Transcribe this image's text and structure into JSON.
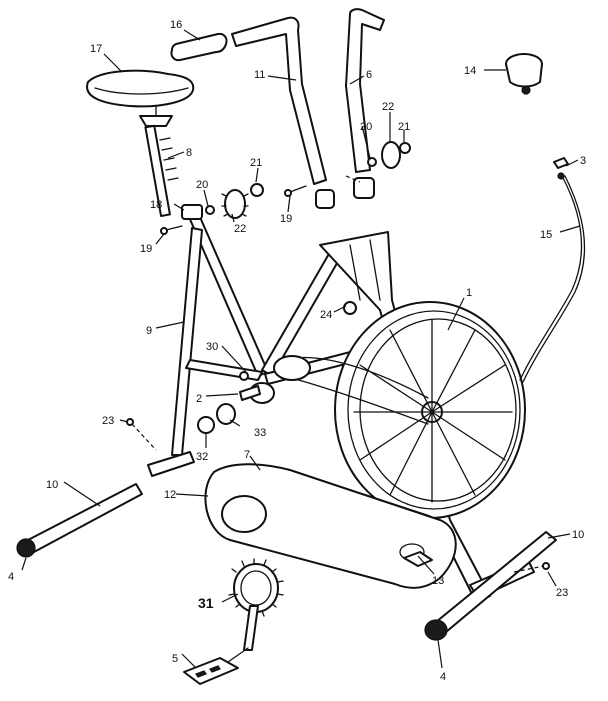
{
  "callouts": {
    "c1": "1",
    "c2": "2",
    "c3": "3",
    "c4a": "4",
    "c4b": "4",
    "c5": "5",
    "c6": "6",
    "c7": "7",
    "c8": "8",
    "c9": "9",
    "c10a": "10",
    "c10b": "10",
    "c11": "11",
    "c12": "12",
    "c13": "13",
    "c14": "14",
    "c15": "15",
    "c16": "16",
    "c17": "17",
    "c18": "18",
    "c19a": "19",
    "c19b": "19",
    "c20a": "20",
    "c20b": "20",
    "c21a": "21",
    "c21b": "21",
    "c22a": "22",
    "c22b": "22",
    "c23a": "23",
    "c23b": "23",
    "c24": "24",
    "c30": "30",
    "c31": "31",
    "c32": "32",
    "c33": "33"
  },
  "parts": [
    {
      "id": "1",
      "name": "flywheel"
    },
    {
      "id": "3",
      "name": "tension-knob"
    },
    {
      "id": "4",
      "name": "end-cap"
    },
    {
      "id": "5",
      "name": "pedal"
    },
    {
      "id": "6",
      "name": "right-handlebar"
    },
    {
      "id": "7",
      "name": "chain"
    },
    {
      "id": "8",
      "name": "seat-post"
    },
    {
      "id": "9",
      "name": "main-frame"
    },
    {
      "id": "10",
      "name": "stabilizer-tube"
    },
    {
      "id": "11",
      "name": "left-handlebar"
    },
    {
      "id": "12",
      "name": "chain-guard"
    },
    {
      "id": "13",
      "name": "crank"
    },
    {
      "id": "14",
      "name": "speedometer"
    },
    {
      "id": "15",
      "name": "tension-cable"
    },
    {
      "id": "16",
      "name": "hand-grip"
    },
    {
      "id": "17",
      "name": "seat"
    },
    {
      "id": "22",
      "name": "adjustment-knob"
    },
    {
      "id": "31",
      "name": "sprocket"
    }
  ]
}
